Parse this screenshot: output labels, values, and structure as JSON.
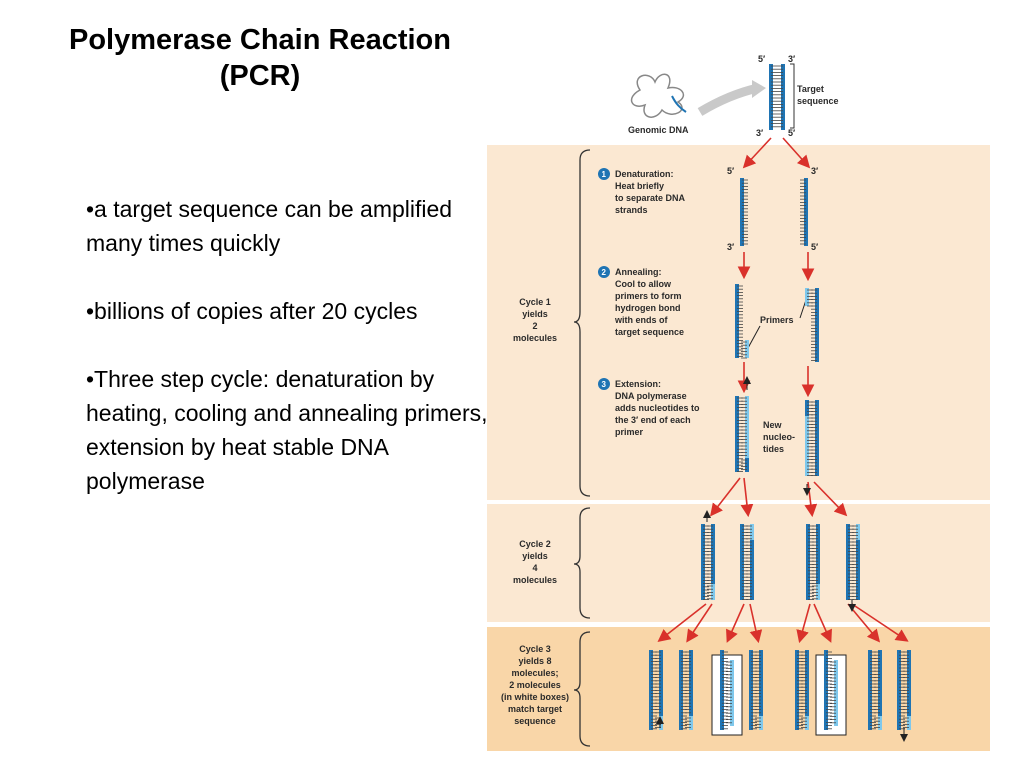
{
  "title": {
    "line1": "Polymerase Chain Reaction",
    "line2": "(PCR)"
  },
  "bullets": [
    "•a target sequence can be amplified many times quickly",
    "•billions of copies after 20 cycles",
    "•Three step cycle: denaturation by heating, cooling and annealing primers, extension by heat stable DNA polymerase"
  ],
  "diagram": {
    "genomic_dna": "Genomic DNA",
    "target_sequence": [
      "Target",
      "sequence"
    ],
    "ends": {
      "five": "5′",
      "three": "3′"
    },
    "steps": [
      {
        "num": "1",
        "lines": [
          "Denaturation:",
          "Heat briefly",
          "to separate DNA",
          "strands"
        ]
      },
      {
        "num": "2",
        "lines": [
          "Annealing:",
          "Cool to allow",
          "primers to form",
          "hydrogen bond",
          "with ends of",
          "target sequence"
        ]
      },
      {
        "num": "3",
        "lines": [
          "Extension:",
          "DNA polymerase",
          "adds nucleotides to",
          "the 3′ end of each",
          "primer"
        ]
      }
    ],
    "primers": "Primers",
    "new_nucleotides": [
      "New",
      "nucleo-",
      "tides"
    ],
    "cycles": [
      {
        "lines": [
          "Cycle 1",
          "yields",
          "2",
          "molecules"
        ]
      },
      {
        "lines": [
          "Cycle 2",
          "yields",
          "4",
          "molecules"
        ]
      },
      {
        "lines": [
          "Cycle 3",
          "yields 8",
          "molecules;",
          "2 molecules",
          "(in white boxes)",
          "match target",
          "sequence"
        ]
      }
    ],
    "colors": {
      "panel_light": "#fbe8d2",
      "panel_dark": "#f9d6a8",
      "strand_dark": "#1f74b3",
      "strand_light": "#7fc8ec",
      "arrow": "#d9312b"
    }
  }
}
